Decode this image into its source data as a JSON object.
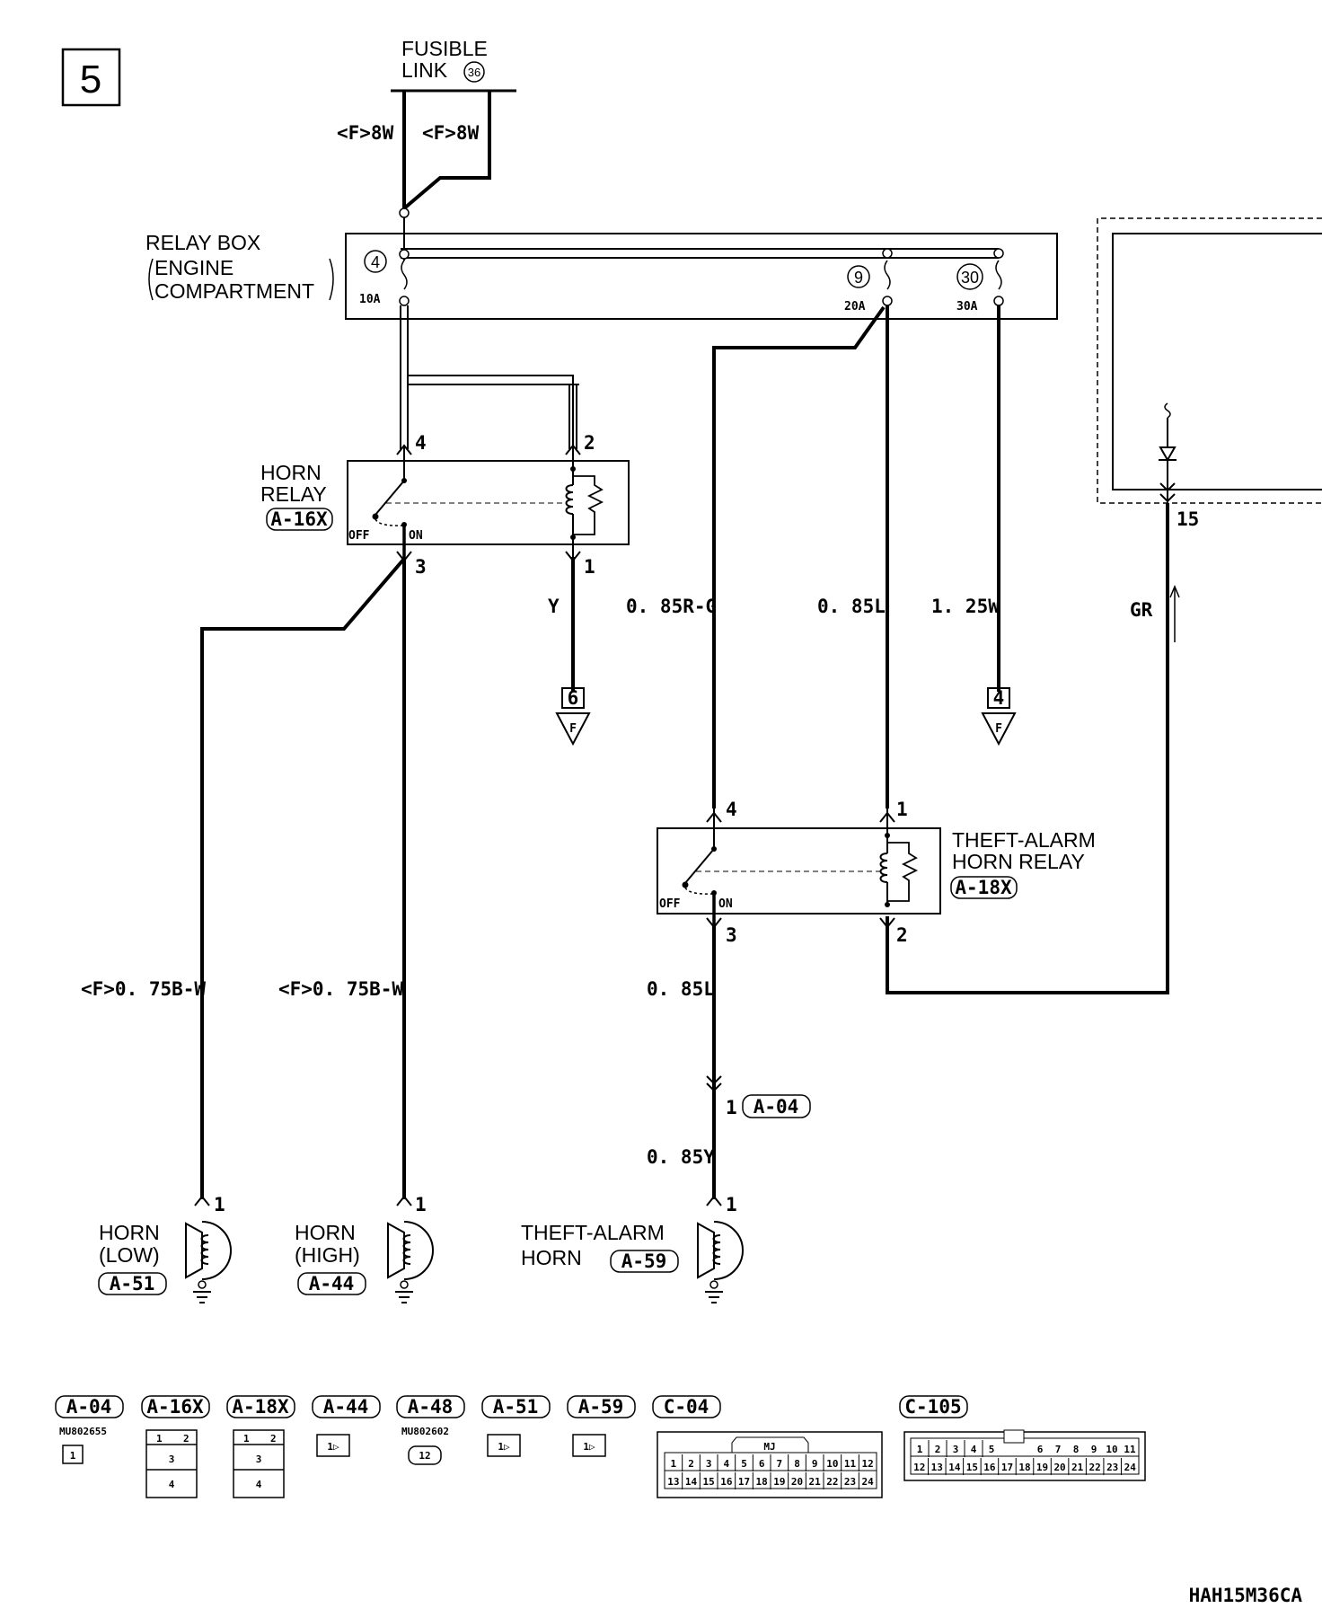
{
  "page_number": "5",
  "fusible_link": {
    "line1": "FUSIBLE",
    "line2": "LINK",
    "number": "36"
  },
  "feed_wires": [
    "<F>8W",
    "<F>8W"
  ],
  "relay_box": {
    "title": [
      "RELAY BOX",
      "ENGINE",
      "COMPARTMENT"
    ],
    "fuses": [
      {
        "number": "4",
        "rating": "10A"
      },
      {
        "number": "9",
        "rating": "20A"
      },
      {
        "number": "30",
        "rating": "30A"
      }
    ]
  },
  "horn_relay": {
    "name": [
      "HORN",
      "RELAY"
    ],
    "connector": "A-16X",
    "pins": [
      "4",
      "2",
      "3",
      "1"
    ],
    "switch": {
      "off": "OFF",
      "on": "ON"
    }
  },
  "theft_relay": {
    "name": [
      "THEFT-ALARM",
      "HORN RELAY"
    ],
    "connector": "A-18X",
    "pins": [
      "4",
      "1",
      "3",
      "2"
    ],
    "switch": {
      "off": "OFF",
      "on": "ON"
    }
  },
  "wires": {
    "y": "Y",
    "r_g": "0. 85R-G",
    "l": "0. 85L",
    "w125": "1. 25W",
    "gr": "GR",
    "b_w_low": "<F>0. 75B-W",
    "b_w_high": "<F>0. 75B-W",
    "l_theft": "0. 85L",
    "y_theft": "0. 85Y"
  },
  "module_pin": "15",
  "grounds": [
    {
      "number": "6",
      "letter": "F"
    },
    {
      "number": "4",
      "letter": "F"
    }
  ],
  "inline_connector": {
    "pin": "1",
    "id": "A-04"
  },
  "horns": [
    {
      "name": [
        "HORN",
        "(LOW)"
      ],
      "connector": "A-51",
      "pin": "1"
    },
    {
      "name": [
        "HORN",
        "(HIGH)"
      ],
      "connector": "A-44",
      "pin": "1"
    },
    {
      "name": [
        "THEFT-ALARM",
        "HORN"
      ],
      "connector": "A-59",
      "pin": "1"
    }
  ],
  "connector_legend": {
    "labels": [
      "A-04",
      "A-16X",
      "A-18X",
      "A-44",
      "A-48",
      "A-51",
      "A-59",
      "C-04",
      "C-105"
    ],
    "part_numbers": [
      "MU802655",
      "MU802602"
    ],
    "pin_glyphs": [
      "1",
      "2",
      "3",
      "4",
      "1▷",
      "12"
    ],
    "c04_tag": "MJ",
    "c04_row1": [
      "1",
      "2",
      "3",
      "4",
      "5",
      "6",
      "7",
      "8",
      "9",
      "10",
      "11",
      "12"
    ],
    "c04_row2": [
      "13",
      "14",
      "15",
      "16",
      "17",
      "18",
      "19",
      "20",
      "21",
      "22",
      "23",
      "24"
    ],
    "c105_row1": [
      "1",
      "2",
      "3",
      "4",
      "5",
      "6",
      "7",
      "8",
      "9",
      "10",
      "11"
    ],
    "c105_row2": [
      "12",
      "13",
      "14",
      "15",
      "16",
      "17",
      "18",
      "19",
      "20",
      "21",
      "22",
      "23",
      "24"
    ]
  },
  "diagram_code": "HAH15M36CA"
}
